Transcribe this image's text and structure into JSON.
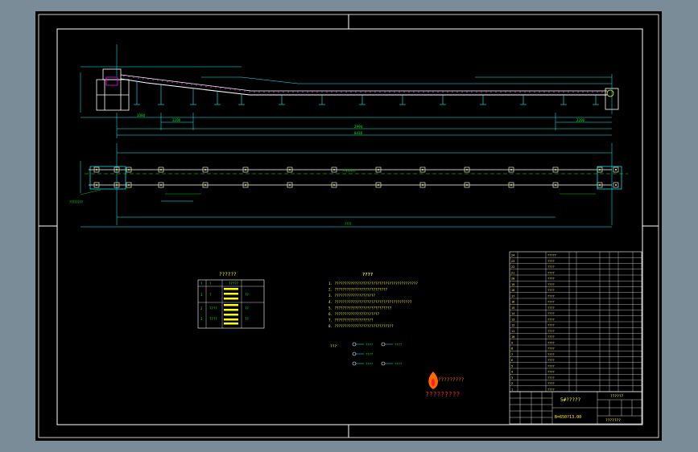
{
  "colors": {
    "background": "#7a8c97",
    "canvas": "#000000",
    "frame": "#ffffff",
    "line": "#00ffff",
    "green": "#00ff00",
    "yellow": "#ffff00",
    "magenta": "#ff00ff",
    "red": "#ff2020",
    "logo": "#ff6a00"
  },
  "icons": {
    "logo": "flame-logo-icon",
    "watermark": "watermark-text"
  },
  "top_dims": [
    "1080",
    "2200",
    "2994",
    "8416",
    "2200"
  ],
  "top_labels": {
    "total": "????"
  },
  "plan_labels": {
    "center": "????????",
    "left_note": "????????"
  },
  "small_table": {
    "title": "??????",
    "header": [
      "?",
      "?",
      "?????"
    ],
    "rows": [
      [
        "1",
        "?",
        "??"
      ],
      [
        "2",
        "????",
        "??"
      ],
      [
        "3",
        "????",
        "??"
      ]
    ]
  },
  "notes": {
    "title": "????",
    "lines": [
      "1. ?????????????????????????????????????????",
      "2. ??????????????????????????",
      "3. ????????????????????",
      "4. ??????????????????????????????????????",
      "5. ????????????????????????????",
      "6. ??????????????????????",
      "7. ???????????????????",
      "8. ?????????????????????????????"
    ],
    "legend_title": "???",
    "legend": [
      "????",
      "????",
      "????",
      "????",
      "????"
    ]
  },
  "bom": {
    "rows": [
      [
        "24",
        "?????"
      ],
      [
        "23",
        "????"
      ],
      [
        "22",
        "????"
      ],
      [
        "21",
        "????"
      ],
      [
        "20",
        "????"
      ],
      [
        "19",
        "????"
      ],
      [
        "18",
        "????"
      ],
      [
        "17",
        "????"
      ],
      [
        "16",
        "????"
      ],
      [
        "15",
        "????"
      ],
      [
        "14",
        "????"
      ],
      [
        "13",
        "????"
      ],
      [
        "12",
        "????"
      ],
      [
        "11",
        "????"
      ],
      [
        "10",
        "????"
      ],
      [
        "9",
        "????"
      ],
      [
        "8",
        "????"
      ],
      [
        "7",
        "????"
      ],
      [
        "6",
        "????"
      ],
      [
        "5",
        "????"
      ],
      [
        "4",
        "????"
      ],
      [
        "3",
        "????"
      ],
      [
        "2",
        "????"
      ],
      [
        "1",
        "????"
      ]
    ]
  },
  "title_block": {
    "name": "5#?????",
    "drawing_no": "B=650?13.00",
    "company": "??????",
    "bottom": "???????"
  },
  "watermark": {
    "top": "?????????",
    "bottom": "?????????"
  }
}
